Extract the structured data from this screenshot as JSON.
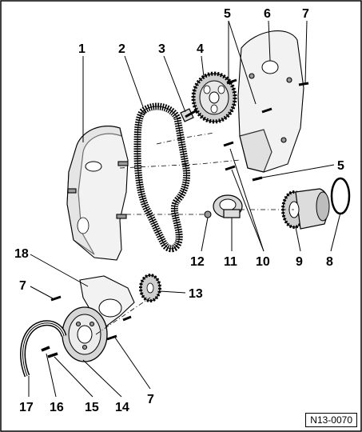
{
  "figure": {
    "reference_code": "N13-0070"
  },
  "callouts": [
    {
      "id": "1",
      "label": "1"
    },
    {
      "id": "2",
      "label": "2"
    },
    {
      "id": "3",
      "label": "3"
    },
    {
      "id": "4",
      "label": "4"
    },
    {
      "id": "5a",
      "label": "5"
    },
    {
      "id": "6",
      "label": "6"
    },
    {
      "id": "7a",
      "label": "7"
    },
    {
      "id": "5b",
      "label": "5"
    },
    {
      "id": "8",
      "label": "8"
    },
    {
      "id": "9",
      "label": "9"
    },
    {
      "id": "10",
      "label": "10"
    },
    {
      "id": "11",
      "label": "11"
    },
    {
      "id": "12",
      "label": "12"
    },
    {
      "id": "13",
      "label": "13"
    },
    {
      "id": "18",
      "label": "18"
    },
    {
      "id": "7b",
      "label": "7"
    },
    {
      "id": "7c",
      "label": "7"
    },
    {
      "id": "14",
      "label": "14"
    },
    {
      "id": "15",
      "label": "15"
    },
    {
      "id": "16",
      "label": "16"
    },
    {
      "id": "17",
      "label": "17"
    }
  ]
}
